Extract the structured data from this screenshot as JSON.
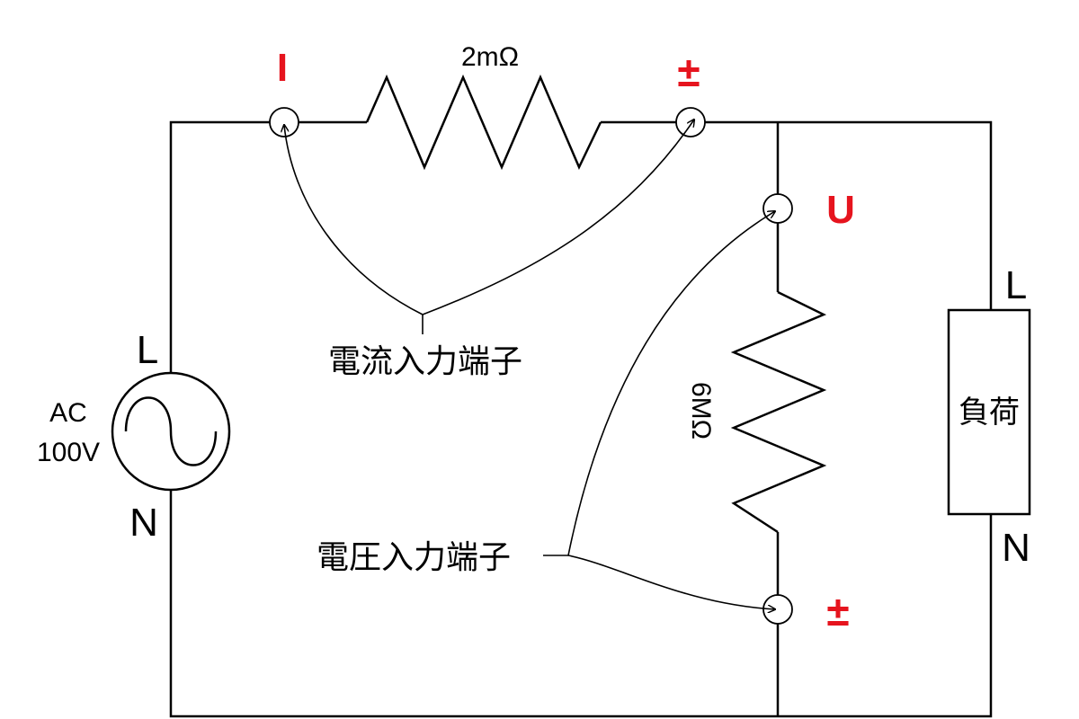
{
  "diagram": {
    "title": "",
    "colors": {
      "terminal_label": "#e6141e",
      "line": "#000000",
      "background": "#ffffff"
    },
    "labels": {
      "current_resistor": "2mΩ",
      "voltage_resistor": "6MΩ",
      "terminal_i": "I",
      "terminal_pm_top": "±",
      "terminal_u": "U",
      "terminal_pm_bottom": "±",
      "current_input_terminal": "電流入力端子",
      "voltage_input_terminal": "電圧入力端子",
      "source_l": "L",
      "source_n": "N",
      "source_ac": "AC",
      "source_voltage": "100V",
      "load": "負荷",
      "load_l": "L",
      "load_n": "N"
    }
  }
}
